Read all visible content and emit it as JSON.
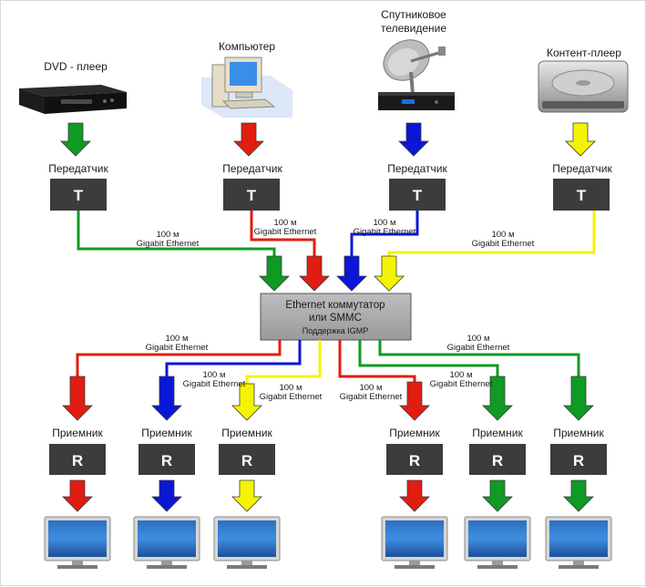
{
  "colors": {
    "green": "#0f9a23",
    "red": "#e11d12",
    "blue": "#0b17d6",
    "yellow": "#f4f400",
    "box": "#3c3c3c",
    "switch": "#a9a9a9"
  },
  "sources": [
    {
      "label": "DVD - плеер",
      "icon": "dvd-player-icon",
      "color": "green",
      "box_label": "Передатчик",
      "box_letter": "T"
    },
    {
      "label": "Компьютер",
      "icon": "computer-icon",
      "color": "red",
      "box_label": "Передатчик",
      "box_letter": "T"
    },
    {
      "label_line1": "Спутниковое",
      "label_line2": "телевидение",
      "icon": "satellite-dish-icon",
      "color": "blue",
      "box_label": "Передатчик",
      "box_letter": "T"
    },
    {
      "label": "Контент-плеер",
      "icon": "media-player-icon",
      "color": "yellow",
      "box_label": "Передатчик",
      "box_letter": "T"
    }
  ],
  "switch": {
    "line1": "Ethernet коммутатор",
    "line2": "или SMMC",
    "note": "Поддержка IGMP"
  },
  "cable": {
    "distance": "100 м",
    "type": "Gigabit Ethernet"
  },
  "receivers": [
    {
      "label": "Приемник",
      "box_letter": "R",
      "color": "red",
      "icon": "tv-icon"
    },
    {
      "label": "Приемник",
      "box_letter": "R",
      "color": "blue",
      "icon": "tv-icon"
    },
    {
      "label": "Приемник",
      "box_letter": "R",
      "color": "yellow",
      "icon": "tv-icon"
    },
    {
      "label": "Приемник",
      "box_letter": "R",
      "color": "red",
      "icon": "tv-icon"
    },
    {
      "label": "Приемник",
      "box_letter": "R",
      "color": "green",
      "icon": "tv-icon"
    },
    {
      "label": "Приемник",
      "box_letter": "R",
      "color": "green",
      "icon": "tv-icon"
    }
  ]
}
